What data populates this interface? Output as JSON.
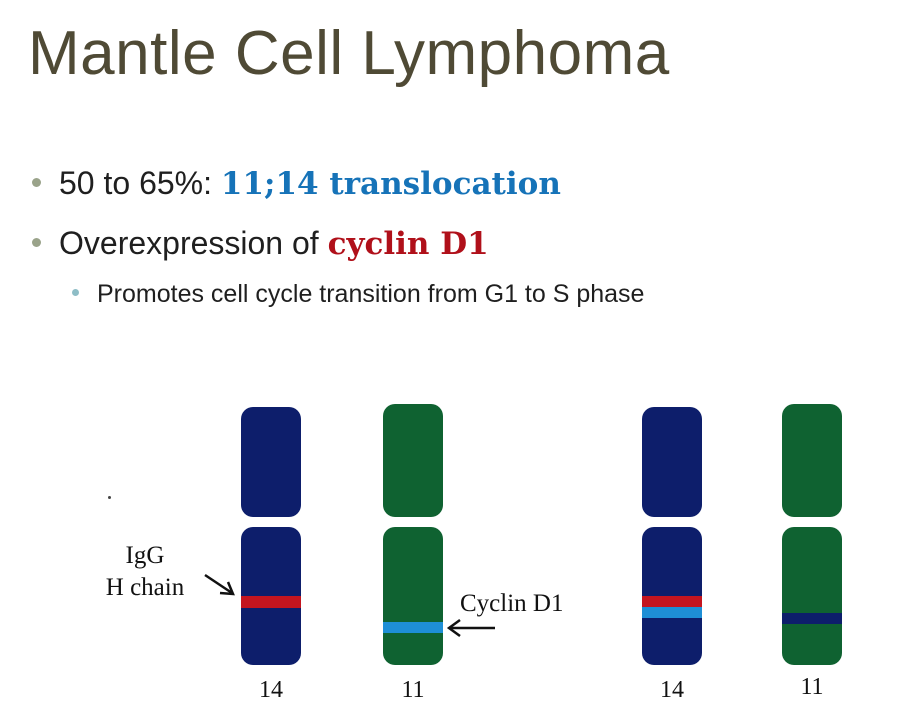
{
  "slide": {
    "title": "Mantle Cell Lymphoma",
    "bullets": [
      {
        "text": "50 to 65%: ",
        "highlight": "11;14 translocation",
        "highlight_color": "#1673b8"
      },
      {
        "text": "Overexpression of ",
        "highlight": "cyclin D1",
        "highlight_color": "#b0101a"
      }
    ],
    "sub_bullet": "Promotes cell cycle transition from G1 to S phase"
  },
  "diagram": {
    "colors": {
      "chromosome_14": "#0d1e6b",
      "chromosome_11": "#0f6231",
      "igh_band": "#c4151f",
      "cyclin_band": "#1e8fd6"
    },
    "labels": {
      "igg_line1": "IgG",
      "igg_line2": "H chain",
      "cyclin": "Cyclin D1",
      "chr14_left": "14",
      "chr11_left": "11",
      "chr14_right": "14",
      "chr11_right": "11"
    }
  }
}
